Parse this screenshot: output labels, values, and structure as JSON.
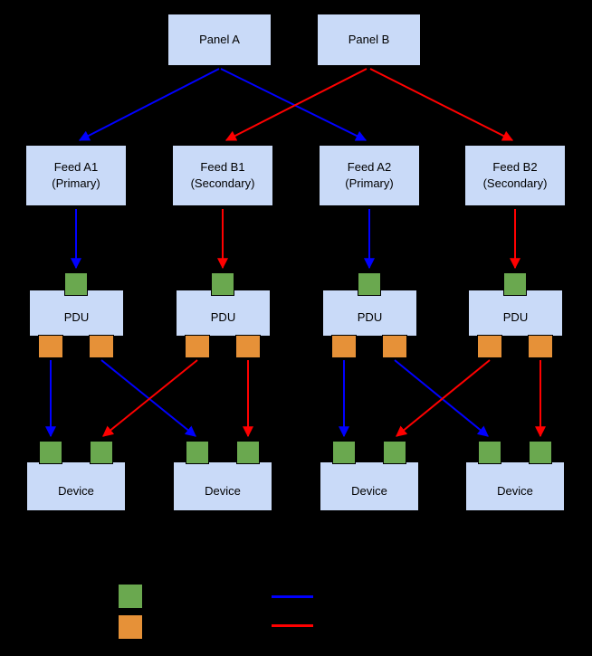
{
  "colors": {
    "background": "#000000",
    "node_fill": "#c9daf8",
    "port_input": "#6aa84f",
    "port_output": "#e69138",
    "arrow_primary": "#0000ff",
    "arrow_secondary": "#ff0000",
    "text": "#000000"
  },
  "nodes": {
    "panels": [
      {
        "label": "Panel A"
      },
      {
        "label": "Panel B"
      }
    ],
    "feeds": [
      {
        "label": "Feed A1",
        "sublabel": "(Primary)"
      },
      {
        "label": "Feed B1",
        "sublabel": "(Secondary)"
      },
      {
        "label": "Feed A2",
        "sublabel": "(Primary)"
      },
      {
        "label": "Feed B2",
        "sublabel": "(Secondary)"
      }
    ],
    "pdus": [
      {
        "label": "PDU"
      },
      {
        "label": "PDU"
      },
      {
        "label": "PDU"
      },
      {
        "label": "PDU"
      }
    ],
    "devices": [
      {
        "label": "Device"
      },
      {
        "label": "Device"
      },
      {
        "label": "Device"
      },
      {
        "label": "Device"
      }
    ]
  },
  "legend": {
    "items": [
      {
        "icon": "green-square-swatch"
      },
      {
        "icon": "orange-square-swatch"
      },
      {
        "icon": "blue-line-swatch"
      },
      {
        "icon": "red-line-swatch"
      }
    ]
  }
}
